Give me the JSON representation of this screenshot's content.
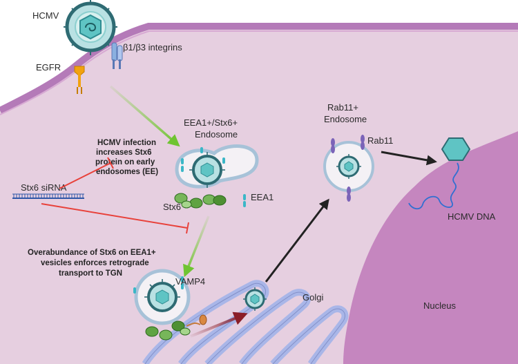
{
  "labels": {
    "hcmv": "HCMV",
    "integrins": "β1/β3 integrins",
    "egfr": "EGFR",
    "early_endosome": [
      "EEA1+/Stx6+",
      "Endosome"
    ],
    "rab11_endosome": [
      "Rab11+",
      "Endosome"
    ],
    "rab11": "Rab11",
    "eea1": "EEA1",
    "stx6": "Stx6",
    "stx6_sirna": "Stx6 siRNA",
    "vamp4": "VAMP4",
    "golgi": "Golgi",
    "nucleus": "Nucleus",
    "hcmv_dna": "HCMV DNA"
  },
  "notes": {
    "infection_effect": [
      "HCMV infection",
      "increases Stx6",
      "protein on early",
      "endosomes (EE)"
    ],
    "overabundance": [
      "Overabundance of Stx6 on EEA1+",
      "vesicles enforces retrograde",
      "transport to TGN"
    ]
  },
  "colors": {
    "cytoplasm": "#e6cfe0",
    "membrane": "#b47ab8",
    "nucleus": "#c586bf",
    "virus_envelope": "#2e6b73",
    "capsid": "#5fc4c4",
    "green_arrow": "#7dd13b",
    "black_arrow": "#222222",
    "red_arrow": "#8b1e28",
    "inhibition": "#e8413a",
    "rab11": "#7b63b8",
    "eea1": "#3ab7c7",
    "golgi": "#a9b6e8"
  }
}
